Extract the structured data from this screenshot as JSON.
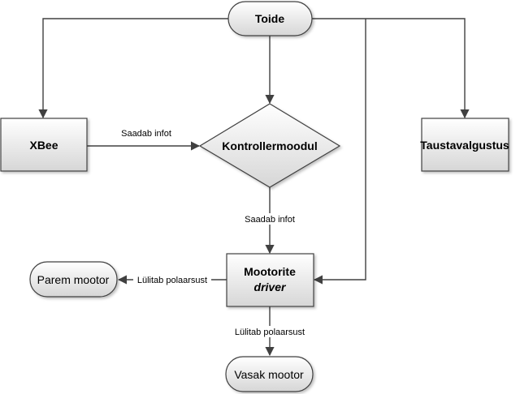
{
  "nodes": {
    "toide": "Toide",
    "xbee": "XBee",
    "kontrollermoodul": "Kontrollermoodul",
    "taustavalgustus": "Taustavalgustus",
    "mootorite_line1": "Mootorite",
    "mootorite_line2": "driver",
    "parem_mootor": "Parem mootor",
    "vasak_mootor": "Vasak mootor"
  },
  "edges": {
    "xbee_to_controller": "Saadab infot",
    "controller_to_driver": "Saadab infot",
    "driver_to_parem": "Lülitab polaarsust",
    "driver_to_vasak": "Lülitab polaarsust"
  },
  "colors": {
    "node_fill_top": "#ffffff",
    "node_fill_bottom": "#d9d9d9",
    "stroke": "#404040"
  }
}
